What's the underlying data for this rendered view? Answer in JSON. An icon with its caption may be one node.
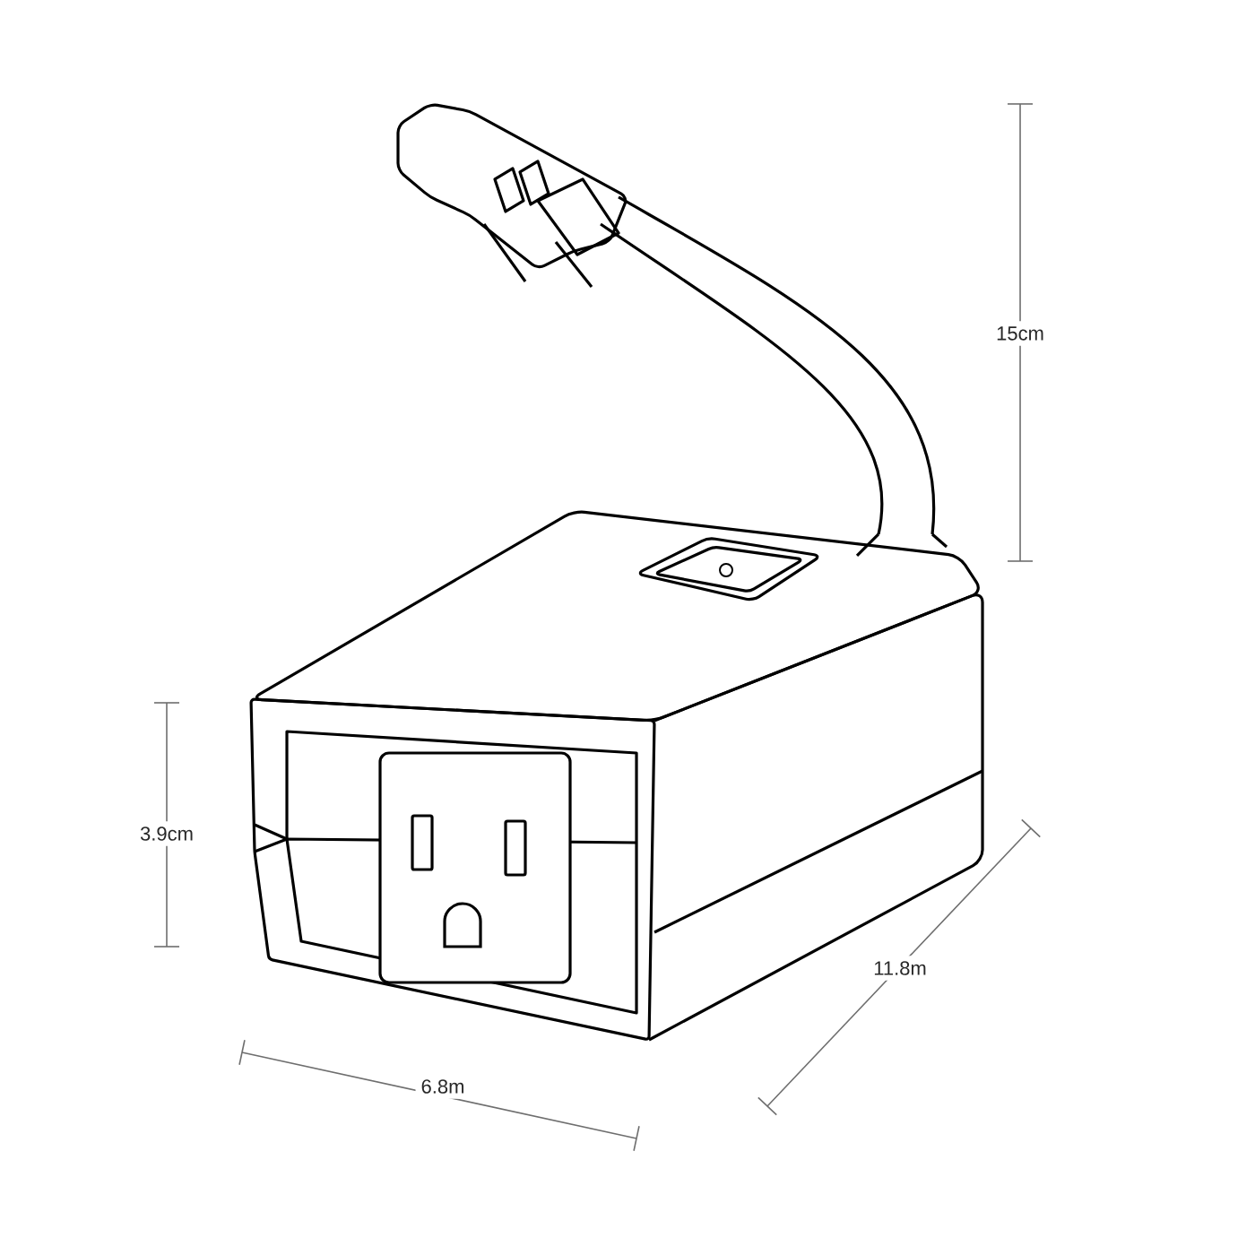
{
  "diagram": {
    "labels": [
      "15cm",
      "3.9cm",
      "6.8m",
      "11.8m"
    ]
  }
}
